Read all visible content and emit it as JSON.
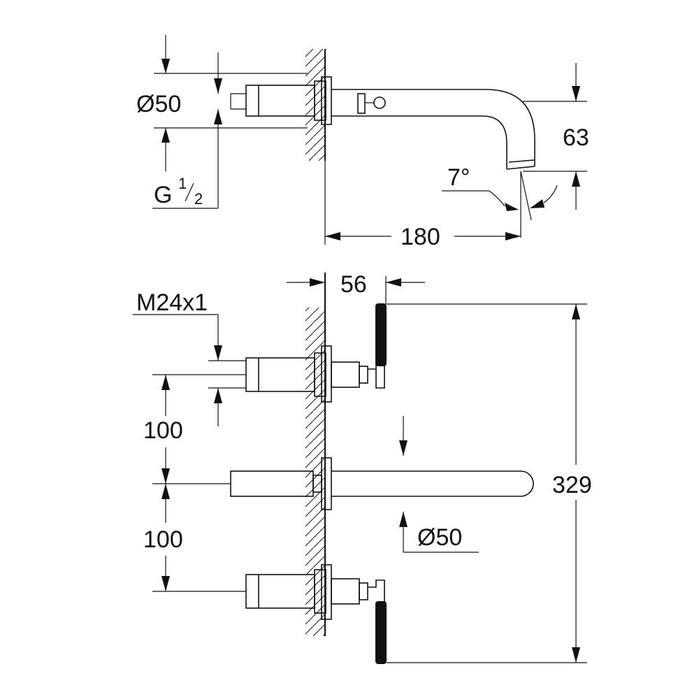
{
  "top_view": {
    "dims": {
      "dia": "50",
      "height": "63",
      "angle": "7°",
      "projection": "180",
      "thread_letter": "G",
      "thread_num": "1",
      "thread_den": "2"
    }
  },
  "bottom_view": {
    "dims": {
      "offset": "56",
      "thread": "M24x1",
      "spacing_upper": "100",
      "spacing_lower": "100",
      "total_height": "329",
      "dia": "50"
    }
  }
}
